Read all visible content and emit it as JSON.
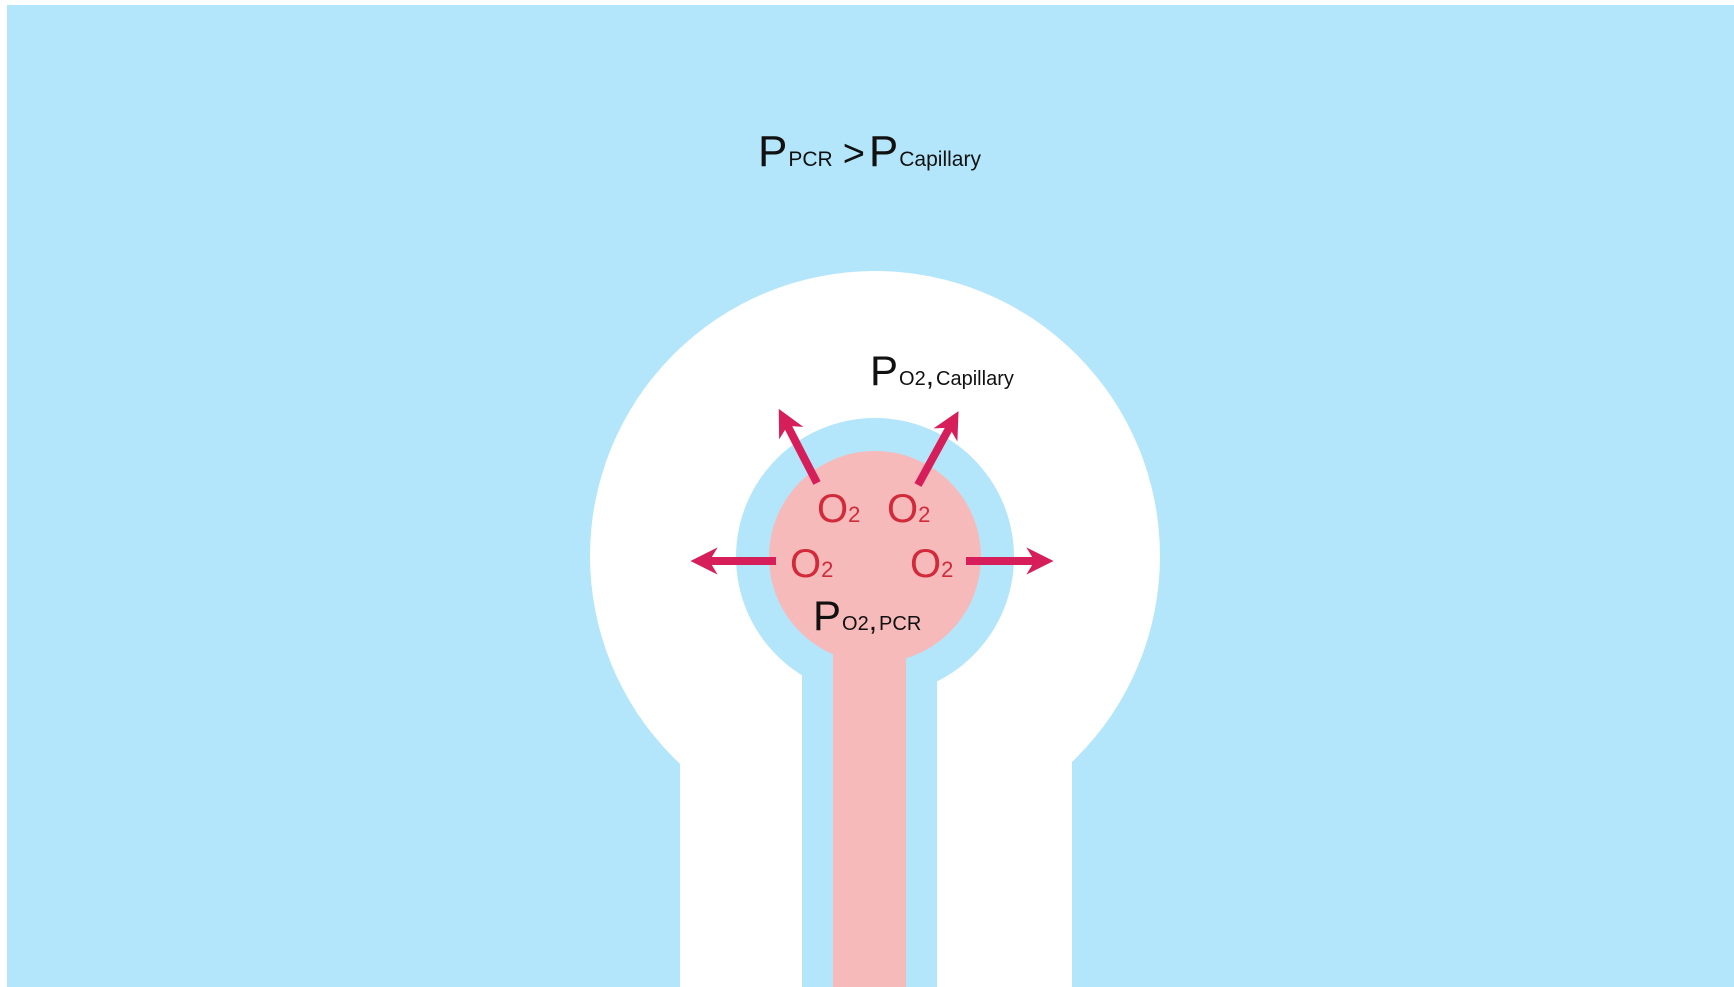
{
  "colors": {
    "background": "#b3e6fa",
    "outer_ring": "#ffffff",
    "inner_ring": "#b3e6fa",
    "core": "#f7baba",
    "arrow": "#d61e5a",
    "o2_text": "#d12a3a",
    "label_text": "#111111"
  },
  "header": {
    "p_main": "P",
    "p_sub": "PCR",
    "relation": ">",
    "p2_main": "P",
    "p2_sub": "Capillary"
  },
  "capillary_label": {
    "main": "P",
    "sub1": "O2",
    "comma": ",",
    "sub2": "Capillary"
  },
  "pcr_label": {
    "main": "P",
    "sub1": "O2",
    "comma": ",",
    "sub2": "PCR"
  },
  "molecules": [
    {
      "o": "O",
      "sub": "2"
    },
    {
      "o": "O",
      "sub": "2"
    },
    {
      "o": "O",
      "sub": "2"
    },
    {
      "o": "O",
      "sub": "2"
    }
  ],
  "arrows": [
    {
      "direction": "up-left"
    },
    {
      "direction": "up-right"
    },
    {
      "direction": "left"
    },
    {
      "direction": "right"
    }
  ]
}
